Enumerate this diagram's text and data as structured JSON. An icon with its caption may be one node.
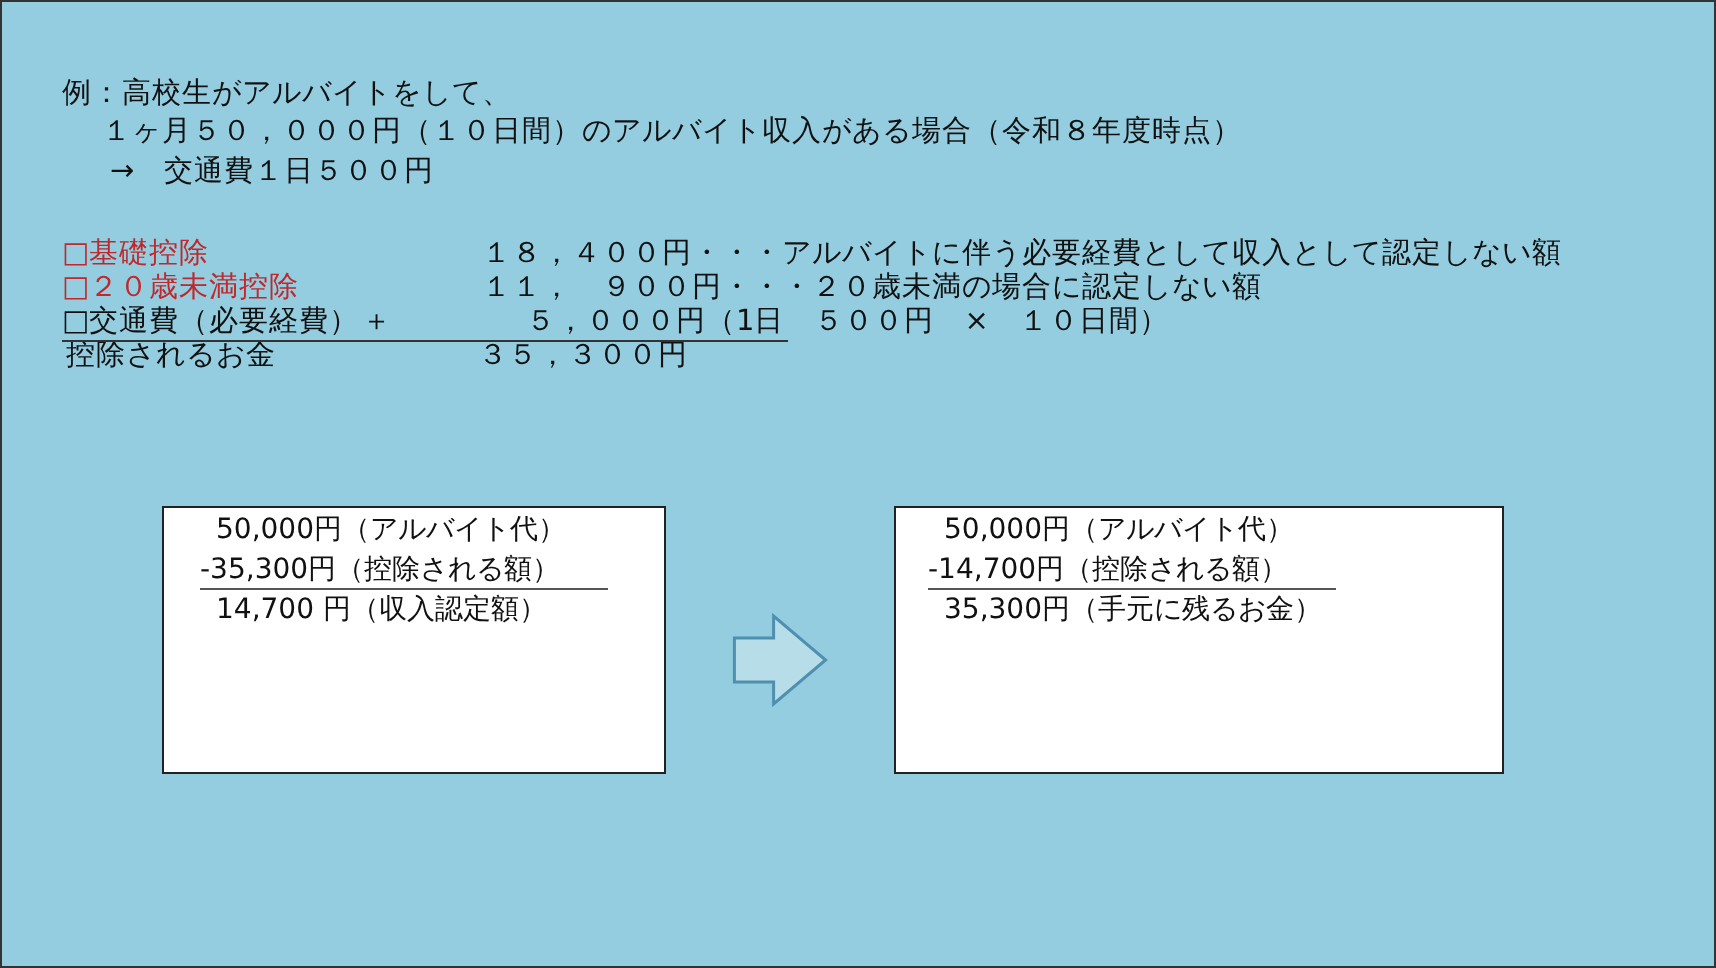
{
  "diagram": {
    "nodes": [
      {
        "text": [
          "50,000円（アルバイト代）",
          "-35,300円（控除される額）",
          "14,700 円（収入認定額）"
        ]
      },
      {
        "text": [
          "50,000円（アルバイト代）",
          "-14,700円（控除される額）",
          "35,300円（手元に残るお金）"
        ]
      }
    ],
    "edges": [
      {
        "from": 0,
        "to": 1,
        "arrow": "to"
      }
    ],
    "labels": [
      "例：高校生がアルバイトをして、",
      "１ヶ月５０，０００円（１０日間）のアルバイト収入がある場合（令和８年度時点）",
      "→　交通費１日５００円",
      "□基礎控除",
      "１８，４００円・・・アルバイトに伴う必要経費として収入として認定しない額",
      "□２０歳未満控除",
      "１１，　９００円・・・２０歳未満の場合に認定しない額",
      "□交通費（必要経費）",
      "＋",
      "５，０００円（1日　５００円　×　１０日間）",
      "控除されるお金",
      "３５，３００円"
    ]
  }
}
